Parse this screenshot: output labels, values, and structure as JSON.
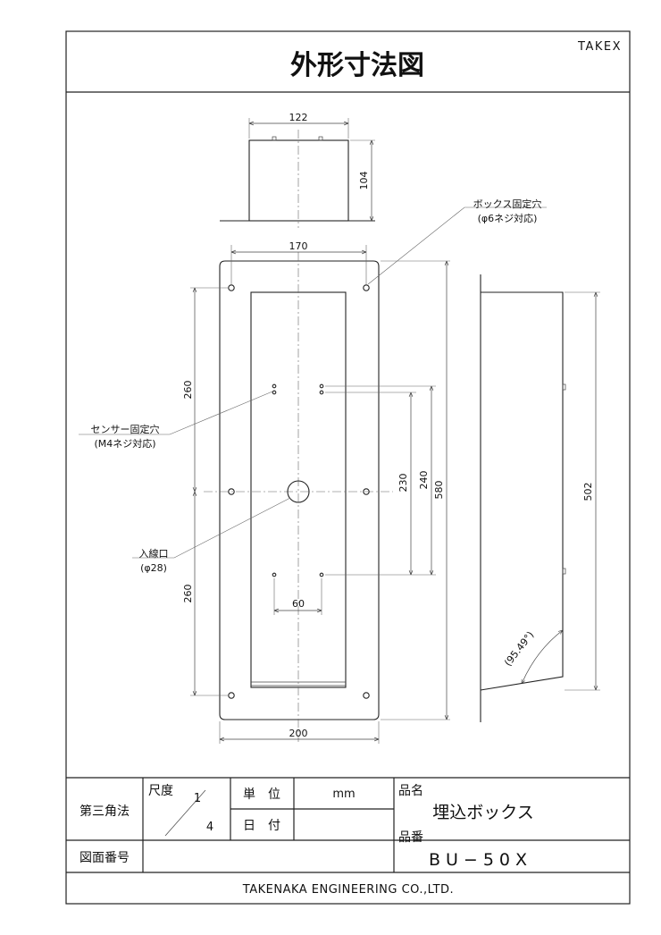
{
  "header": {
    "title": "外形寸法図",
    "brand": "TAKEX"
  },
  "drawing": {
    "dimensions": {
      "top_width": "122",
      "top_height": "104",
      "front_inner_width": "170",
      "front_outer_width": "200",
      "front_height": "580",
      "hole_spacing_upper": "260",
      "hole_spacing_lower": "260",
      "sensor_spacing_230": "230",
      "sensor_spacing_240": "240",
      "sensor_horizontal": "60",
      "side_depth": "502",
      "side_angle": "(95.49°)"
    },
    "labels": {
      "box_hole_line1": "ボックス固定穴",
      "box_hole_line2": "(φ6ネジ対応)",
      "sensor_hole_line1": "センサー固定穴",
      "sensor_hole_line2": "(M4ネジ対応)",
      "wire_inlet_line1": "入線口",
      "wire_inlet_line2": "(φ28)"
    }
  },
  "titleblock": {
    "projection_label": "第三角法",
    "scale_label": "尺度",
    "scale_num": "1",
    "scale_den": "4",
    "unit_label": "単　位",
    "unit_value": "mm",
    "date_label": "日　付",
    "date_value": "",
    "product_name_label": "品名",
    "product_name": "埋込ボックス",
    "product_no_label": "品番",
    "product_no": "BU−50X",
    "drawing_no_label": "図面番号",
    "drawing_no_value": "",
    "company": "TAKENAKA ENGINEERING CO.,LTD."
  }
}
